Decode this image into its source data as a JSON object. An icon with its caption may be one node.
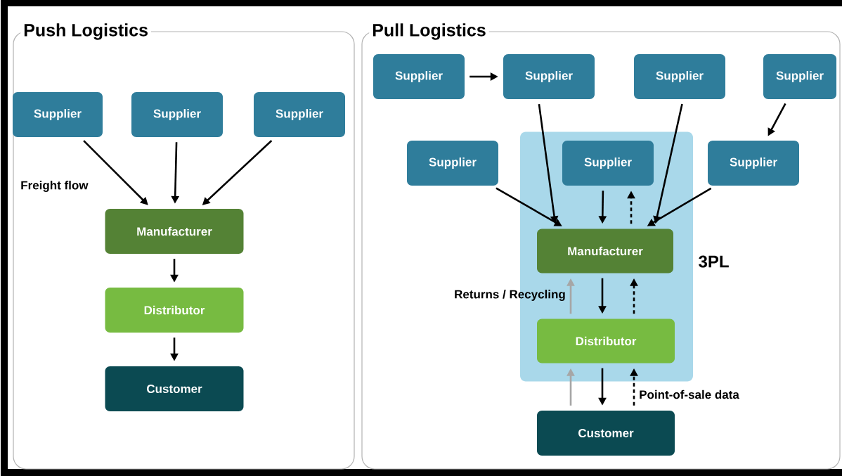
{
  "diagram": {
    "nodes": [
      {
        "text": [
          "Push Logistics"
        ]
      },
      {
        "text": [
          "Supplier"
        ],
        "in": 0
      },
      {
        "text": [
          "Supplier"
        ],
        "in": 0
      },
      {
        "text": [
          "Supplier"
        ],
        "in": 0
      },
      {
        "text": [
          "Manufacturer"
        ],
        "in": 0
      },
      {
        "text": [
          "Distributor"
        ],
        "in": 0
      },
      {
        "text": [
          "Customer"
        ],
        "in": 0
      },
      {
        "text": [
          "Pull Logistics"
        ]
      },
      {
        "text": [
          "Supplier"
        ],
        "in": 7
      },
      {
        "text": [
          "Supplier"
        ],
        "in": 7
      },
      {
        "text": [
          "Supplier"
        ],
        "in": 7
      },
      {
        "text": [
          "Supplier"
        ],
        "in": 7
      },
      {
        "text": [
          "Supplier"
        ],
        "in": 7
      },
      {
        "text": [
          "3PL"
        ],
        "in": 7
      },
      {
        "text": [
          "Supplier"
        ],
        "in": 13
      },
      {
        "text": [
          "Supplier"
        ],
        "in": 7
      },
      {
        "text": [
          "Manufacturer"
        ],
        "in": 13
      },
      {
        "text": [
          "Distributor"
        ],
        "in": 13
      },
      {
        "text": [
          "Customer"
        ],
        "in": 7
      }
    ],
    "edges": [
      {
        "from": 1,
        "to": 4,
        "arrow": "to",
        "label": "Freight flow"
      },
      {
        "from": 2,
        "to": 4,
        "arrow": "to"
      },
      {
        "from": 3,
        "to": 4,
        "arrow": "to"
      },
      {
        "from": 4,
        "to": 5,
        "arrow": "to"
      },
      {
        "from": 5,
        "to": 6,
        "arrow": "to"
      },
      {
        "from": 8,
        "to": 9,
        "arrow": "to"
      },
      {
        "from": 9,
        "to": 16,
        "arrow": "to"
      },
      {
        "from": 10,
        "to": 16,
        "arrow": "to"
      },
      {
        "from": 11,
        "to": 15,
        "arrow": "to"
      },
      {
        "from": 12,
        "to": 16,
        "arrow": "to"
      },
      {
        "from": 15,
        "to": 16,
        "arrow": "to"
      },
      {
        "from": 14,
        "to": 16,
        "arrow": "to"
      },
      {
        "from": 16,
        "to": 14,
        "arrow": "to",
        "style": "dashed"
      },
      {
        "from": 16,
        "to": 17,
        "arrow": "to"
      },
      {
        "from": 17,
        "to": 16,
        "arrow": "to",
        "style": "dashed"
      },
      {
        "from": 17,
        "to": 16,
        "arrow": "to",
        "color": "#a6a6a6",
        "label": "Returns / Recycling"
      },
      {
        "from": 17,
        "to": 18,
        "arrow": "to"
      },
      {
        "from": 18,
        "to": 17,
        "arrow": "to",
        "style": "dashed",
        "label": "Point-of-sale data"
      },
      {
        "from": 18,
        "to": 17,
        "arrow": "to",
        "color": "#a6a6a6"
      }
    ]
  }
}
